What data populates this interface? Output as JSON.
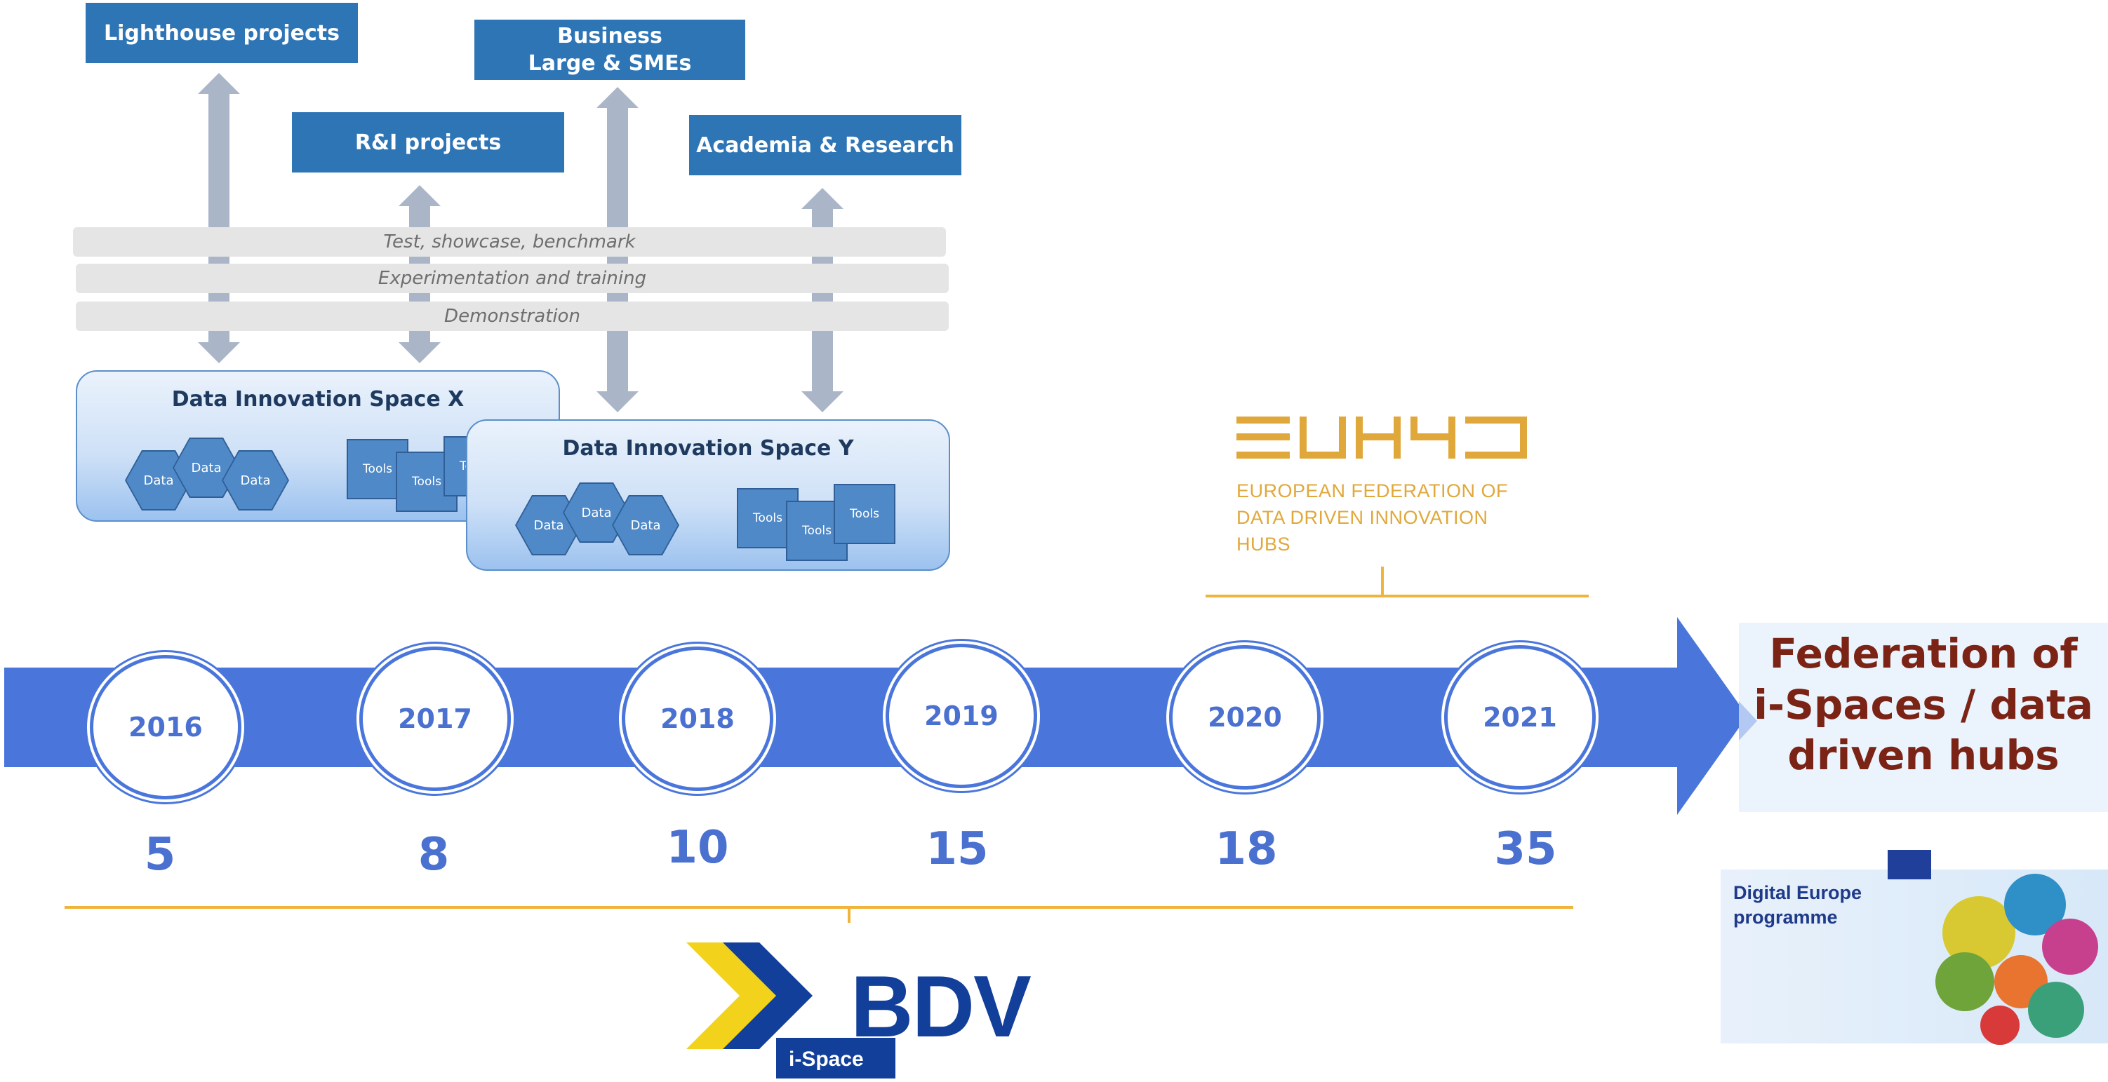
{
  "stakeholders": {
    "lighthouse": "Lighthouse projects",
    "ri": "R&I projects",
    "business_line1": "Business",
    "business_line2": "Large & SMEs",
    "academia": "Academia & Research"
  },
  "bands": {
    "test": "Test, showcase, benchmark",
    "experimentation": "Experimentation and training",
    "demonstration": "Demonstration"
  },
  "innovation_spaces": {
    "x_title": "Data Innovation Space X",
    "y_title": "Data Innovation Space Y",
    "data_label": "Data",
    "tools_label": "Tools"
  },
  "timeline": {
    "years": [
      "2016",
      "2017",
      "2018",
      "2019",
      "2020",
      "2021"
    ],
    "counts": [
      "5",
      "8",
      "10",
      "15",
      "18",
      "35"
    ]
  },
  "federation": {
    "line1": "Federation of",
    "line2": "i-Spaces / data",
    "line3": "driven hubs"
  },
  "euh4d": {
    "logo_text": "EUH4D",
    "line1": "EUROPEAN FEDERATION OF",
    "line2": "DATA DRIVEN INNOVATION",
    "line3": "HUBS"
  },
  "digital_europe": {
    "line1": "Digital Europe",
    "line2": "programme"
  },
  "bdv": {
    "name": "BDV",
    "sub": "i-Space"
  },
  "colors": {
    "accent_blue": "#2e75b6",
    "timeline_blue": "#4a76dc",
    "federation_text": "#7b2416",
    "orange_line": "#f0b43c"
  }
}
